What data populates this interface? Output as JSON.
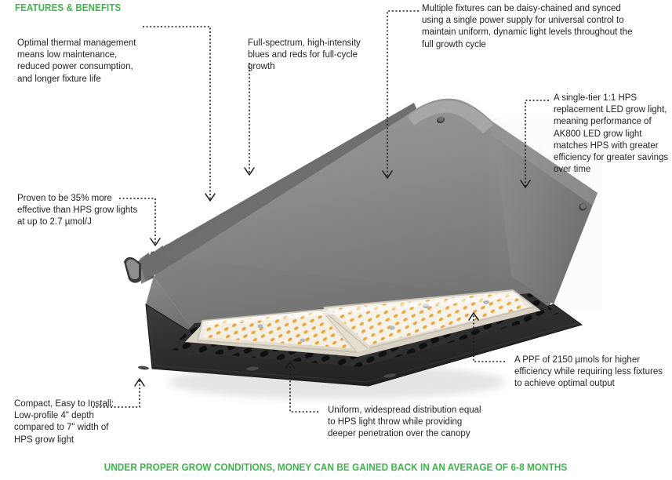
{
  "header": {
    "section_title": "FEATURES & BENEFITS"
  },
  "footer": {
    "banner_text": "UNDER PROPER GROW CONDITIONS, MONEY CAN BE GAINED BACK IN AN AVERAGE OF 6-8 MONTHS"
  },
  "colors": {
    "brand_green": "#3cb54a",
    "body_text": "#231f20",
    "leader_line": "#1a1a1a",
    "housing_gray_light": "#9a9a9a",
    "housing_gray_mid": "#7d7d7d",
    "housing_gray_dark": "#5e5e5e",
    "housing_black": "#2b2b2b",
    "led_amber": "#e8a13a",
    "lens_white": "#f3f0ea"
  },
  "product": {
    "model_name": "AK800 LED",
    "alt": "AK800 LED grow light fixture shown at an angle with finned heat sink on top and two amber LED lens modules underneath"
  },
  "callouts": [
    {
      "id": "thermal-management",
      "text": "Optimal thermal management means low maintenance, reduced power consumption, and longer fixture life"
    },
    {
      "id": "full-spectrum",
      "text": "Full-spectrum, high-intensity blues and reds for full-cycle growth"
    },
    {
      "id": "daisy-chain",
      "text": "Multiple fixtures can be daisy-chained and synced using a single power supply for universal control to maintain uniform, dynamic light levels throughout the full growth cycle"
    },
    {
      "id": "hps-replacement",
      "text": "A single-tier 1:1 HPS replacement LED grow light, meaning performance of AK800 LED grow light matches HPS with greater efficiency for greater savings over time"
    },
    {
      "id": "efficacy",
      "text": "Proven to be 35% more effective than HPS grow lights at up to 2.7 µmol/J"
    },
    {
      "id": "compact-install",
      "text": "Compact, Easy to Install: Low-profile 4\" depth compared to 7\" width of HPS grow light"
    },
    {
      "id": "uniform-distribution",
      "text": "Uniform, widespread distribution equal to HPS light throw while providing deeper penetration over the canopy"
    },
    {
      "id": "ppf-output",
      "text": "A PPF of 2150 µmols for higher efficiency while requiring less fixtures to achieve optimal output"
    }
  ]
}
